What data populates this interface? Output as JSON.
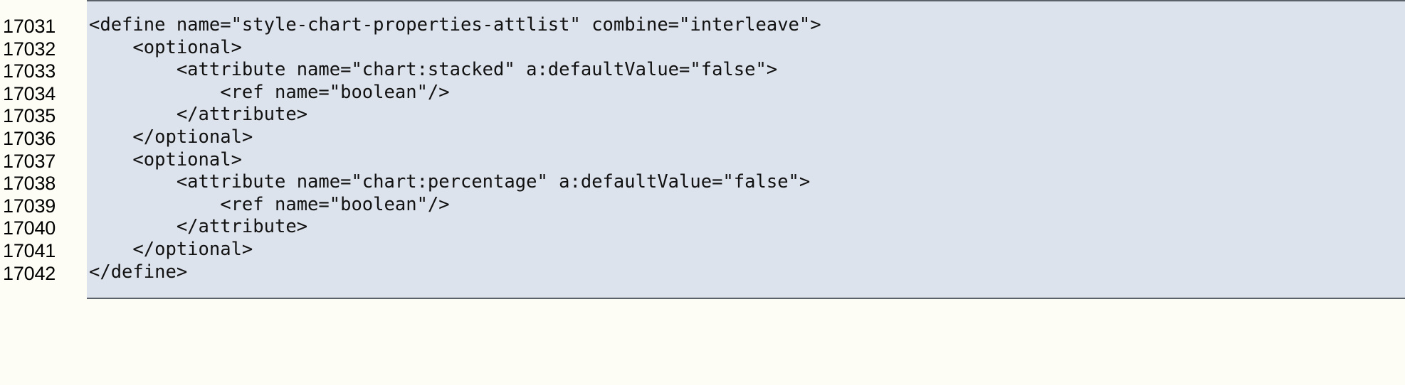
{
  "listing": {
    "language": "relaxng-xml",
    "background_color": "#dde3ec",
    "page_background_color": "#fdfdf5",
    "text_color": "#111111",
    "rule_color": "#5b6168",
    "lines": [
      {
        "number": "17031",
        "code": "<define name=\"style-chart-properties-attlist\" combine=\"interleave\">"
      },
      {
        "number": "17032",
        "code": "    <optional>"
      },
      {
        "number": "17033",
        "code": "        <attribute name=\"chart:stacked\" a:defaultValue=\"false\">"
      },
      {
        "number": "17034",
        "code": "            <ref name=\"boolean\"/>"
      },
      {
        "number": "17035",
        "code": "        </attribute>"
      },
      {
        "number": "17036",
        "code": "    </optional>"
      },
      {
        "number": "17037",
        "code": "    <optional>"
      },
      {
        "number": "17038",
        "code": "        <attribute name=\"chart:percentage\" a:defaultValue=\"false\">"
      },
      {
        "number": "17039",
        "code": "            <ref name=\"boolean\"/>"
      },
      {
        "number": "17040",
        "code": "        </attribute>"
      },
      {
        "number": "17041",
        "code": "    </optional>"
      },
      {
        "number": "17042",
        "code": "</define>"
      }
    ]
  }
}
